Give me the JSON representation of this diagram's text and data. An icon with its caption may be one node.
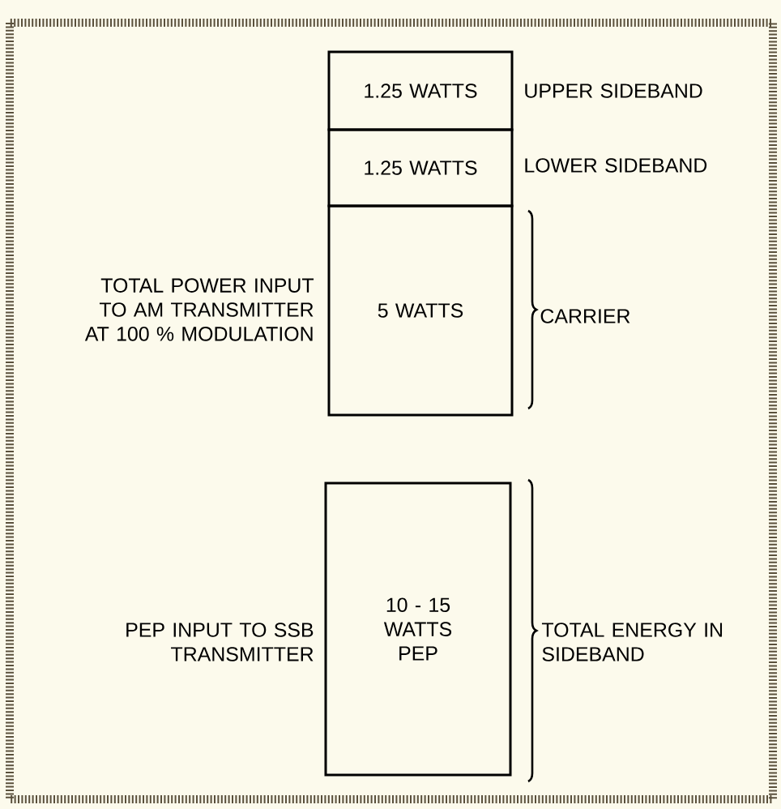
{
  "diagram": {
    "nodes": [
      {
        "text": [
          "1.25 WATTS"
        ],
        "beside": [
          "UPPER SIDEBAND"
        ]
      },
      {
        "text": [
          "1.25 WATTS"
        ],
        "beside": [
          "LOWER SIDEBAND"
        ]
      },
      {
        "text": [
          "5 WATTS"
        ],
        "beside": [
          "CARRIER"
        ]
      },
      {
        "text": [
          "10 - 15 WATTS PEP"
        ],
        "beside": [
          "PEP INPUT TO SSB TRANSMITTER",
          "TOTAL ENERGY IN SIDEBAND"
        ]
      }
    ],
    "labels": [
      "TOTAL POWER INPUT TO AM TRANSMITTER AT 100 % MODULATION"
    ]
  }
}
